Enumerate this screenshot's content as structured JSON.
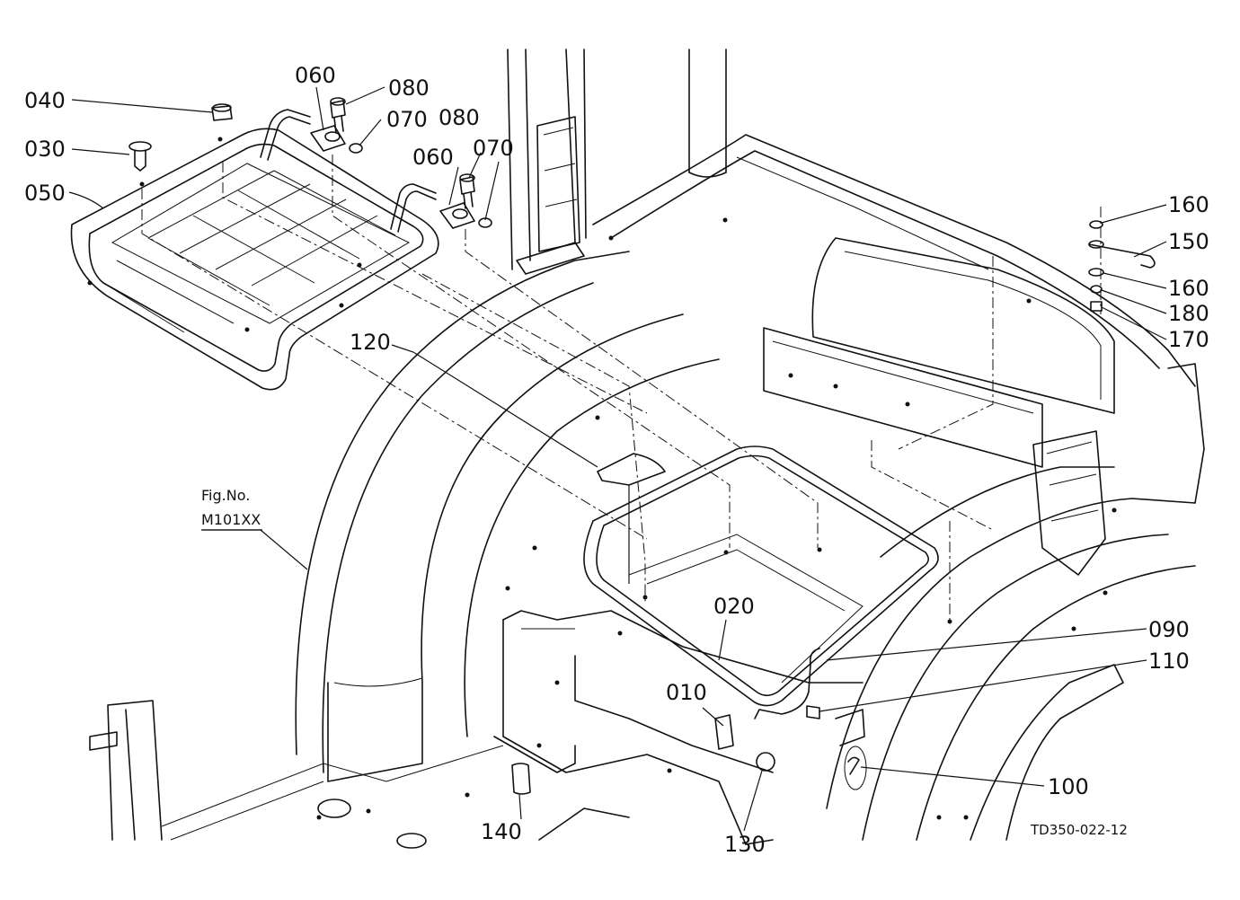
{
  "diagram": {
    "figure_ref_line1": "Fig.No.",
    "figure_ref_line2": "M101XX",
    "drawing_code": "TD350-022-12",
    "parts": [
      {
        "id": "p040",
        "number": "040"
      },
      {
        "id": "p030",
        "number": "030"
      },
      {
        "id": "p050",
        "number": "050"
      },
      {
        "id": "p060a",
        "number": "060"
      },
      {
        "id": "p080a",
        "number": "080"
      },
      {
        "id": "p070a",
        "number": "070"
      },
      {
        "id": "p080b",
        "number": "080"
      },
      {
        "id": "p060b",
        "number": "060"
      },
      {
        "id": "p070b",
        "number": "070"
      },
      {
        "id": "p160a",
        "number": "160"
      },
      {
        "id": "p150",
        "number": "150"
      },
      {
        "id": "p160b",
        "number": "160"
      },
      {
        "id": "p180",
        "number": "180"
      },
      {
        "id": "p170",
        "number": "170"
      },
      {
        "id": "p120",
        "number": "120"
      },
      {
        "id": "p020",
        "number": "020"
      },
      {
        "id": "p090",
        "number": "090"
      },
      {
        "id": "p110",
        "number": "110"
      },
      {
        "id": "p010",
        "number": "010"
      },
      {
        "id": "p100",
        "number": "100"
      },
      {
        "id": "p140",
        "number": "140"
      },
      {
        "id": "p130",
        "number": "130"
      }
    ]
  }
}
